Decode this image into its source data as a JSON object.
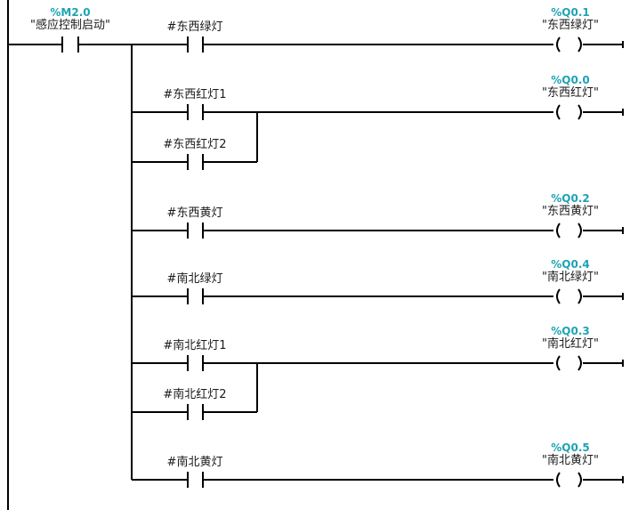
{
  "colors": {
    "wire": "#000000",
    "address": "#1fa3b4",
    "label": "#1a1a1a",
    "background": "#ffffff"
  },
  "main_contact": {
    "address": "%M2.0",
    "name": "\"感应控制启动\""
  },
  "rungs": [
    {
      "contacts": [
        {
          "label": "#东西绿灯"
        }
      ],
      "coil": {
        "address": "%Q0.1",
        "name": "\"东西绿灯\""
      }
    },
    {
      "contacts": [
        {
          "label": "#东西红灯1"
        },
        {
          "label": "#东西红灯2"
        }
      ],
      "coil": {
        "address": "%Q0.0",
        "name": "\"东西红灯\""
      }
    },
    {
      "contacts": [
        {
          "label": "#东西黄灯"
        }
      ],
      "coil": {
        "address": "%Q0.2",
        "name": "\"东西黄灯\""
      }
    },
    {
      "contacts": [
        {
          "label": "#南北绿灯"
        }
      ],
      "coil": {
        "address": "%Q0.4",
        "name": "\"南北绿灯\""
      }
    },
    {
      "contacts": [
        {
          "label": "#南北红灯1"
        },
        {
          "label": "#南北红灯2"
        }
      ],
      "coil": {
        "address": "%Q0.3",
        "name": "\"南北红灯\""
      }
    },
    {
      "contacts": [
        {
          "label": "#南北黄灯"
        }
      ],
      "coil": {
        "address": "%Q0.5",
        "name": "\"南北黄灯\""
      }
    }
  ]
}
